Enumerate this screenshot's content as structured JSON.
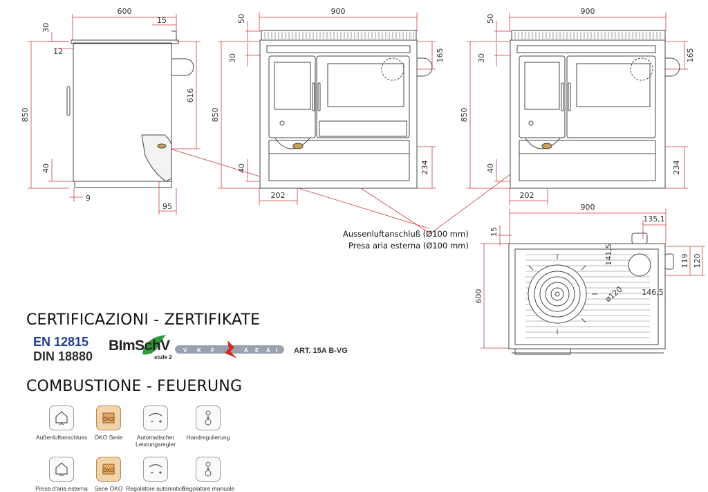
{
  "dims": {
    "side_width": "600",
    "side_top_inset": "15",
    "side_top_gap": "30",
    "side_top_offset": "12",
    "side_height": "850",
    "side_cooktop_height": "616",
    "side_bottom_gap": "40",
    "side_foot": "9",
    "side_outlet": "95",
    "front_width": "900",
    "front_top_clear": "50",
    "front_top_offset": "30",
    "front_height": "850",
    "front_right_top": "165",
    "front_bottom_gap": "40",
    "front_right_lower": "234",
    "front_outlet_x": "202",
    "top_width": "900",
    "top_flue_offset": "135,1",
    "top_flue_gap": "15",
    "top_depth": "600",
    "top_y": "141,5",
    "top_diameter": "ø120",
    "top_x": "146,5",
    "top_r1": "119",
    "top_r2": "120"
  },
  "callout": {
    "line1": "Aussenluftanschluß (Ø100 mm)",
    "line2": "Presa aria esterna (Ø100 mm)"
  },
  "certifications": {
    "heading": "CERTIFICAZIONI - ZERTIFIKATE",
    "en": "EN 12815",
    "din": "DIN 18880",
    "bimsch": "BImSchV",
    "stufe": "stufe 2",
    "vkf_letters": [
      "V",
      "K",
      "F",
      "A",
      "E",
      "A",
      "I"
    ],
    "art": "ART. 15A B-VG"
  },
  "combustion": {
    "heading": "COMBUSTIONE - FEUERUNG",
    "row1": [
      {
        "icon": "house-air-icon",
        "label": "Außenluftanschluss"
      },
      {
        "icon": "oeko-icon",
        "label": "ÖKO Serie"
      },
      {
        "icon": "auto-regulator-icon",
        "label": "Automatischer Leistungsregler"
      },
      {
        "icon": "manual-regulator-icon",
        "label": "Handregulierung"
      }
    ],
    "row2": [
      {
        "icon": "house-air-icon",
        "label": "Presa d'aria esterna"
      },
      {
        "icon": "oeko-icon",
        "label": "Serie ÖKO"
      },
      {
        "icon": "auto-regulator-icon",
        "label": "Regolatore automatico"
      },
      {
        "icon": "manual-regulator-icon",
        "label": "Regolatore manuale"
      }
    ]
  },
  "colors": {
    "dimension_red": "#d23a3a",
    "line": "#444444",
    "brand_blue": "#1f3f8f",
    "green": "#2f9a3a",
    "vkf_red": "#d32a1e"
  }
}
